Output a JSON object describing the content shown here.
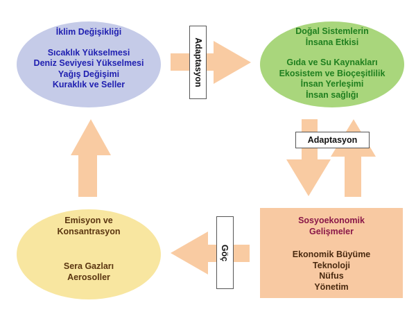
{
  "nodes": {
    "climate_change": {
      "title": "İklim Değişikliği",
      "items": [
        "Sıcaklık Yükselmesi",
        "Deniz Seviyesi Yükselmesi",
        "Yağış Değişimi",
        "Kuraklık ve Seller"
      ]
    },
    "natural_systems": {
      "title_lines": [
        "Doğal Sistemlerin",
        "İnsana Etkisi"
      ],
      "items": [
        "Gıda ve Su Kaynakları",
        "Ekosistem ve Bioçeşitlilik",
        "İnsan Yerleşimi",
        "İnsan sağlığı"
      ]
    },
    "emissions": {
      "title_lines": [
        "Emisyon ve",
        "Konsantrasyon"
      ],
      "items": [
        "Sera Gazları",
        "Aerosoller"
      ]
    },
    "socioeconomic": {
      "title_lines": [
        "Sosyoekonomik",
        "Gelişmeler"
      ],
      "items": [
        "Ekonomik Büyüme",
        "Teknoloji",
        "Nüfus",
        "Yönetim"
      ]
    }
  },
  "labels": {
    "adaptation_top": "Adaptasyon",
    "adaptation_right": "Adaptasyon",
    "migration": "Göç"
  },
  "colors": {
    "arrow": "#f9cba2",
    "climate_fill": "#c5cbe8",
    "natural_fill": "#a9d67c",
    "emissions_fill": "#f8e6a0",
    "socio_fill": "#f8c9a2"
  }
}
